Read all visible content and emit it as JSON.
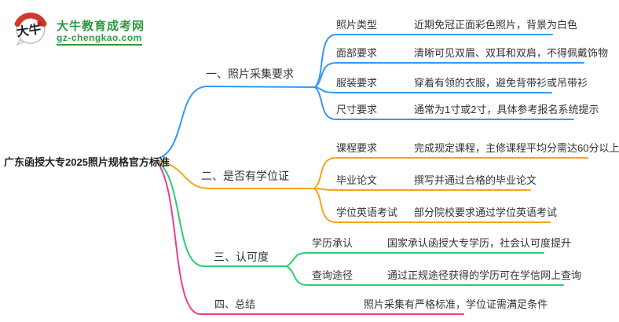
{
  "logo": {
    "brand": "大牛教育成考网",
    "domain": "gz-chengkao.com",
    "icon_text": "大牛"
  },
  "root": {
    "label": "广东函授大专2025照片规格官方标准"
  },
  "branches": [
    {
      "label": "一、照片采集要求",
      "color": "#3598f7",
      "children": [
        {
          "label": "照片类型",
          "desc": "近期免冠正面彩色照片，背景为白色"
        },
        {
          "label": "面部要求",
          "desc": "清晰可见双眉、双耳和双肩，不得佩戴饰物"
        },
        {
          "label": "服装要求",
          "desc": "穿着有领的衣服，避免背带衫或吊带衫"
        },
        {
          "label": "尺寸要求",
          "desc": "通常为1寸或2寸，具体参考报名系统提示"
        }
      ]
    },
    {
      "label": "二、是否有学位证",
      "color": "#f8a41d",
      "children": [
        {
          "label": "课程要求",
          "desc": "完成规定课程，主修课程平均分需达60分以上"
        },
        {
          "label": "毕业论文",
          "desc": "撰写并通过合格的毕业论文"
        },
        {
          "label": "学位英语考试",
          "desc": "部分院校要求通过学位英语考试"
        }
      ]
    },
    {
      "label": "三、认可度",
      "color": "#2dcc70",
      "children": [
        {
          "label": "学历承认",
          "desc": "国家承认函授大专学历，社会认可度提升"
        },
        {
          "label": "查询途径",
          "desc": "通过正规途径获得的学历可在学信网上查询"
        }
      ]
    },
    {
      "label": "四、总结",
      "color": "#f43b8b",
      "desc": "照片采集有严格标准，学位证需满足条件"
    }
  ],
  "colors": {
    "branch1": "#3598f7",
    "branch2": "#f8a41d",
    "branch3": "#2dcc70",
    "branch4": "#f43b8b",
    "brand_green": "#2f9a3d",
    "logo_red": "#cf3a2f",
    "text": "#333333"
  }
}
